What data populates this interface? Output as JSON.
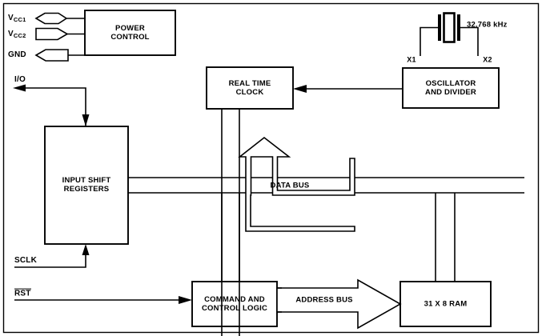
{
  "diagram": {
    "title": "Real Time Clock Block Diagram",
    "background_color": "#ffffff",
    "line_color": "#000000",
    "blocks": [
      {
        "id": "power_control",
        "label_line1": "POWER",
        "label_line2": "CONTROL"
      },
      {
        "id": "real_time_clock",
        "label_line1": "REAL TIME",
        "label_line2": "CLOCK"
      },
      {
        "id": "oscillator",
        "label_line1": "OSCILLATOR",
        "label_line2": "AND DIVIDER"
      },
      {
        "id": "shift_registers",
        "label_line1": "INPUT SHIFT",
        "label_line2": "REGISTERS"
      },
      {
        "id": "command_logic",
        "label_line1": "COMMAND AND",
        "label_line2": "CONTROL LOGIC"
      },
      {
        "id": "ram",
        "label_line1": "31 X 8 RAM",
        "label_line2": ""
      }
    ],
    "pins": [
      {
        "id": "vcc1",
        "label": "V",
        "subscript": "CC1",
        "shape": "hexagon"
      },
      {
        "id": "vcc2",
        "label": "V",
        "subscript": "CC2",
        "shape": "arrow-right"
      },
      {
        "id": "gnd",
        "label": "GND",
        "subscript": "",
        "shape": "arrow-left"
      },
      {
        "id": "io",
        "label": "I/O",
        "subscript": "",
        "shape": "line"
      },
      {
        "id": "sclk",
        "label": "SCLK",
        "subscript": "",
        "shape": "line"
      },
      {
        "id": "rst",
        "label": "RST",
        "subscript": "",
        "shape": "line",
        "active_low": true
      }
    ],
    "buses": [
      {
        "id": "data_bus",
        "label": "DATA BUS"
      },
      {
        "id": "address_bus",
        "label": "ADDRESS BUS"
      }
    ],
    "annotations": [
      {
        "id": "crystal_freq",
        "label": "32.768 kHz"
      },
      {
        "id": "node_x1",
        "label": "X1"
      },
      {
        "id": "node_x2",
        "label": "X2"
      }
    ]
  }
}
